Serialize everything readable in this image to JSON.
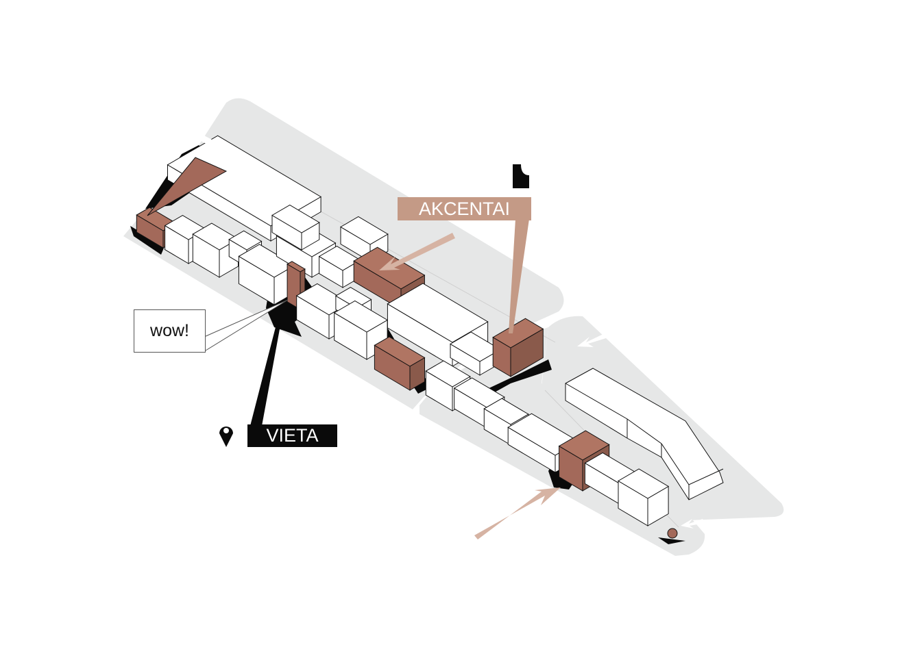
{
  "labels": {
    "accents": "AKCENTAI",
    "place": "VIETA",
    "callout": "wow!"
  },
  "icons": [
    "map-pin-icon",
    "arrow-icon"
  ],
  "colors": {
    "ground": "#e6e7e7",
    "accent_building": "#a3695a",
    "accent_label": "#c49a86",
    "arrow": "#d6b3a3",
    "shadow": "#0a0a0a",
    "building": "#ffffff"
  }
}
